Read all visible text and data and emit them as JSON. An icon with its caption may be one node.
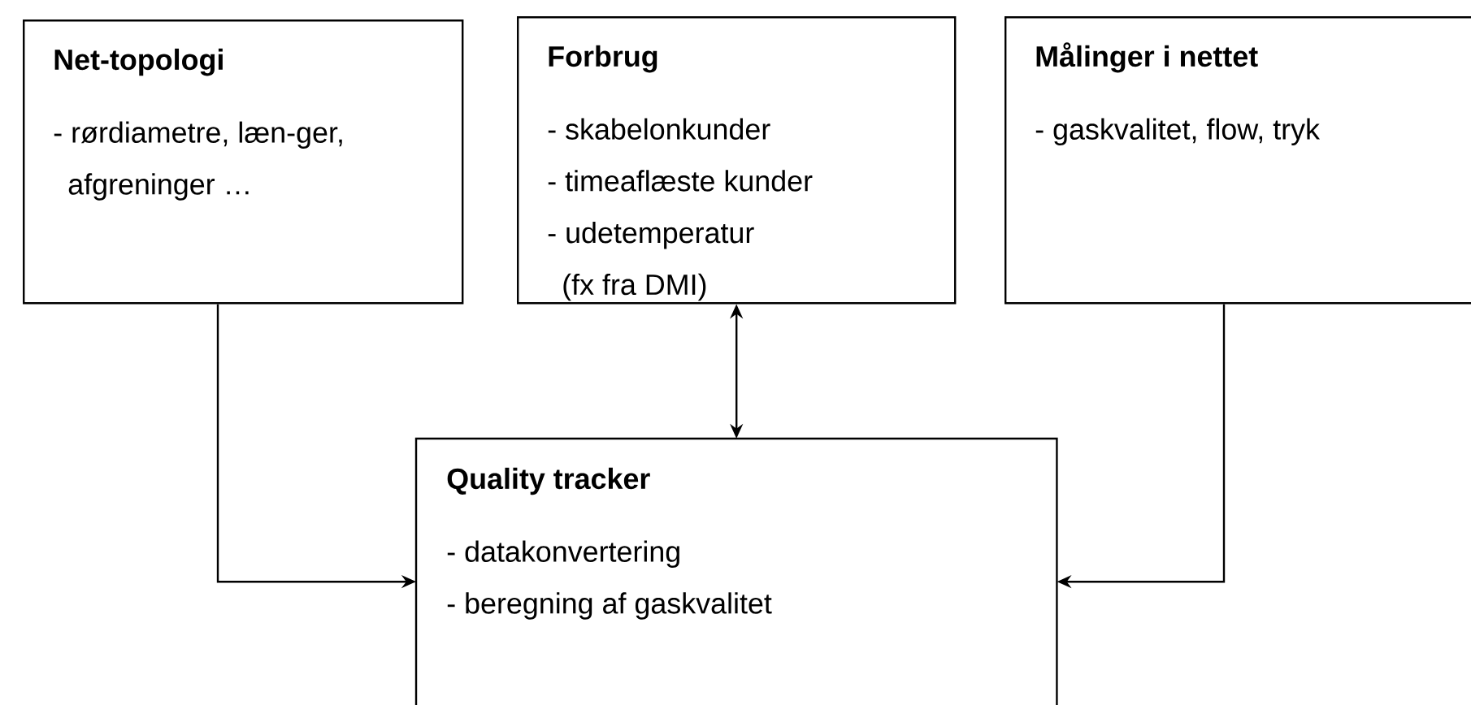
{
  "diagram": {
    "nodes": [
      {
        "text": [
          "Net-topologi",
          "- rørdiametre, læn-ger, afgreninger …"
        ]
      },
      {
        "text": [
          "Forbrug",
          "- skabelonkunder",
          "- timeaflæste kunder",
          "- udetemperatur (fx fra DMI)"
        ]
      },
      {
        "text": [
          "Målinger i nettet",
          "- gaskvalitet, flow, tryk"
        ]
      },
      {
        "text": [
          "Quality tracker",
          "- datakonvertering",
          "- beregning af gaskvalitet"
        ]
      }
    ],
    "edges": [
      {
        "from": 0,
        "to": 3,
        "arrow": "to"
      },
      {
        "from": 1,
        "to": 3,
        "arrow": "both"
      },
      {
        "from": 2,
        "to": 3,
        "arrow": "to"
      }
    ]
  }
}
